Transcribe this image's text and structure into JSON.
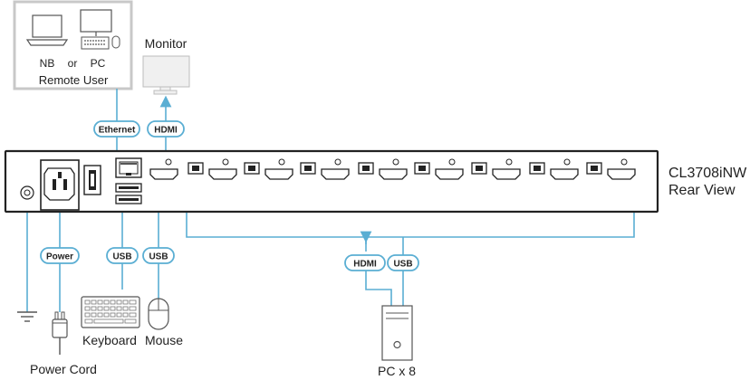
{
  "remote": {
    "nb_label": "NB",
    "or_label": "or",
    "pc_label": "PC",
    "title": "Remote User"
  },
  "monitor": {
    "label": "Monitor"
  },
  "device": {
    "model": "CL3708iNW",
    "view": "Rear View"
  },
  "pills": {
    "ethernet": "Ethernet",
    "hdmi_monitor": "HDMI",
    "power": "Power",
    "usb_keyboard": "USB",
    "usb_mouse": "USB",
    "hdmi_pc": "HDMI",
    "usb_pc": "USB"
  },
  "peripherals": {
    "keyboard": "Keyboard",
    "mouse": "Mouse",
    "power_cord": "Power Cord",
    "pc": "PC x 8"
  },
  "colors": {
    "wire": "#5aaed3",
    "outline": "#222222",
    "remote_box_border": "#c8c8c8"
  }
}
